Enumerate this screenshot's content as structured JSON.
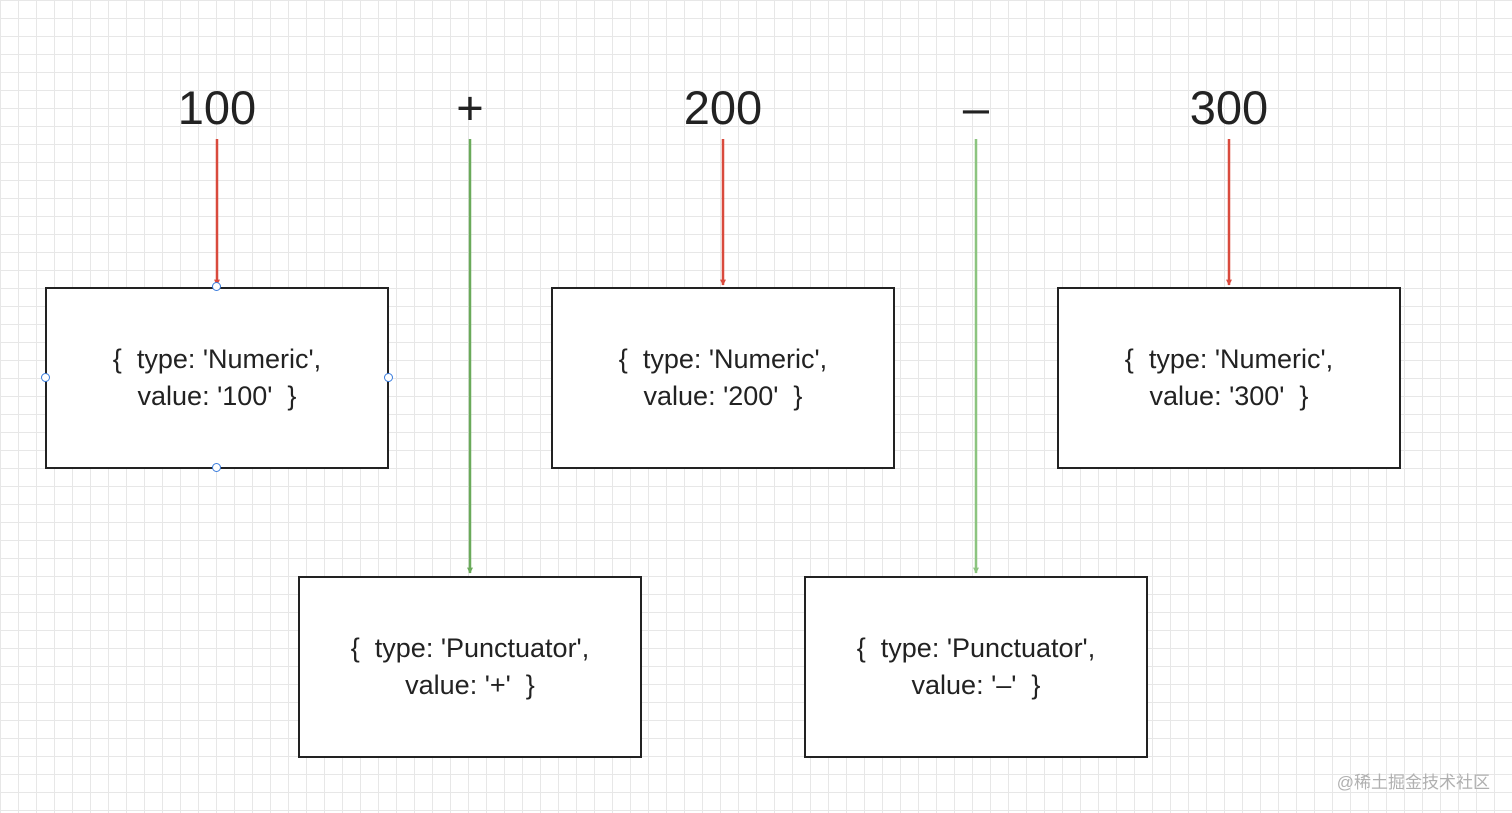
{
  "tokens": [
    {
      "label": "100",
      "kind": "numeric",
      "node": {
        "line1": "{  type: 'Numeric',",
        "line2": "value: '100'  }"
      }
    },
    {
      "label": "+",
      "kind": "punctuator",
      "node": {
        "line1": "{  type: 'Punctuator',",
        "line2": "value: '+'  }"
      }
    },
    {
      "label": "200",
      "kind": "numeric",
      "node": {
        "line1": "{  type: 'Numeric',",
        "line2": "value: '200'  }"
      }
    },
    {
      "label": "–",
      "kind": "punctuator",
      "node": {
        "line1": "{  type: 'Punctuator',",
        "line2": "value: '–'  }"
      }
    },
    {
      "label": "300",
      "kind": "numeric",
      "node": {
        "line1": "{  type: 'Numeric',",
        "line2": "value: '300'  }"
      }
    }
  ],
  "colors": {
    "numeric_arrow": "#d94a3d",
    "punctuator_arrow": "#6aaa5a",
    "punctuator_arrow_light": "#8cc47f",
    "selection_handle": "#3b7ddd"
  },
  "watermark": "@稀土掘金技术社区"
}
